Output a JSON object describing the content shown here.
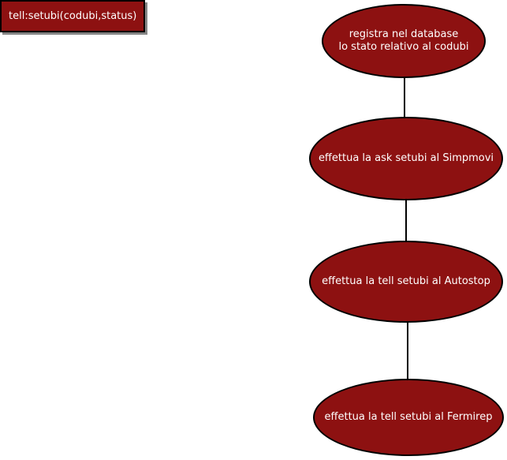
{
  "diagram": {
    "label_box": {
      "label": "tell:setubi(codubi,status)"
    },
    "nodes": [
      {
        "lines": [
          "registra nel database",
          "lo stato relativo al codubi"
        ]
      },
      {
        "lines": [
          "effettua la ask setubi al Simpmovi"
        ]
      },
      {
        "lines": [
          "effettua la tell setubi al Autostop"
        ]
      },
      {
        "lines": [
          "effettua la tell setubi al Fermirep"
        ]
      }
    ],
    "edges": [
      {
        "from": 0,
        "to": 1
      },
      {
        "from": 1,
        "to": 2
      },
      {
        "from": 2,
        "to": 3
      }
    ],
    "colors": {
      "node_fill": "#8D1111",
      "node_border": "#000000",
      "text": "#FFFFFF",
      "box_shadow": "#858585",
      "background": "#FFFFFF"
    }
  }
}
